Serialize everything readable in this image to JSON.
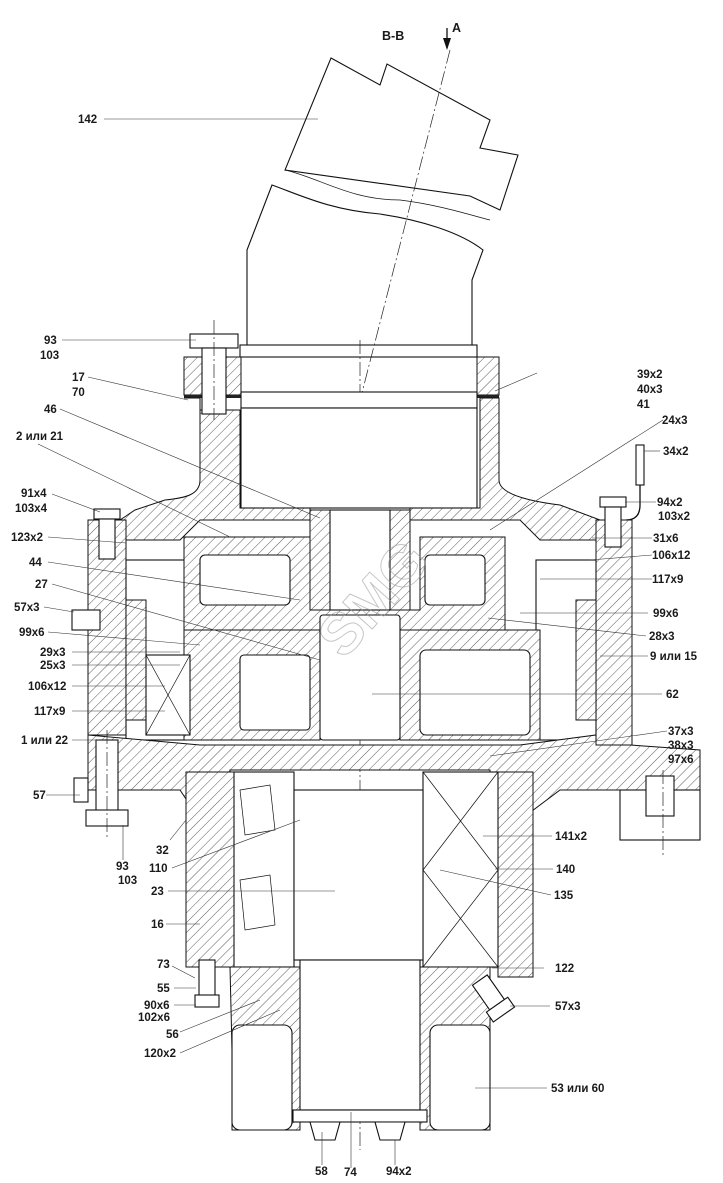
{
  "drawing": {
    "section_title": "B-B",
    "view_marker": "A",
    "watermark": "SMG"
  },
  "labels": {
    "left": [
      {
        "id": "142",
        "lines": [
          "142"
        ]
      },
      {
        "id": "93-103-top",
        "lines": [
          "93",
          "103"
        ]
      },
      {
        "id": "17-70",
        "lines": [
          "17",
          "70"
        ]
      },
      {
        "id": "46",
        "lines": [
          "46"
        ]
      },
      {
        "id": "2-21",
        "lines": [
          "2 или 21"
        ]
      },
      {
        "id": "91-103",
        "lines": [
          "91x4",
          "103x4"
        ]
      },
      {
        "id": "123",
        "lines": [
          "123x2"
        ]
      },
      {
        "id": "44",
        "lines": [
          "44"
        ]
      },
      {
        "id": "27",
        "lines": [
          "27"
        ]
      },
      {
        "id": "57x3-left",
        "lines": [
          "57x3"
        ]
      },
      {
        "id": "99x6-left",
        "lines": [
          "99x6"
        ]
      },
      {
        "id": "29x3",
        "lines": [
          "29x3"
        ]
      },
      {
        "id": "25x3",
        "lines": [
          "25x3"
        ]
      },
      {
        "id": "106x12-left",
        "lines": [
          "106x12"
        ]
      },
      {
        "id": "117x9-left",
        "lines": [
          "117x9"
        ]
      },
      {
        "id": "1-22",
        "lines": [
          "1 или 22"
        ]
      },
      {
        "id": "57",
        "lines": [
          "57"
        ]
      },
      {
        "id": "93-103-bottom",
        "lines": [
          "93",
          "103"
        ]
      },
      {
        "id": "32",
        "lines": [
          "32"
        ]
      },
      {
        "id": "110",
        "lines": [
          "110"
        ]
      },
      {
        "id": "23",
        "lines": [
          "23"
        ]
      },
      {
        "id": "16",
        "lines": [
          "16"
        ]
      },
      {
        "id": "73",
        "lines": [
          "73"
        ]
      },
      {
        "id": "55",
        "lines": [
          "55"
        ]
      },
      {
        "id": "90-102",
        "lines": [
          "90x6",
          "102x6"
        ]
      },
      {
        "id": "56",
        "lines": [
          "56"
        ]
      },
      {
        "id": "120",
        "lines": [
          "120x2"
        ]
      }
    ],
    "right": [
      {
        "id": "39-40-41",
        "lines": [
          "39x2",
          "40x3",
          "41"
        ]
      },
      {
        "id": "24x3",
        "lines": [
          "24x3"
        ]
      },
      {
        "id": "34x2",
        "lines": [
          "34x2"
        ]
      },
      {
        "id": "94-103",
        "lines": [
          "94x2",
          "103x2"
        ]
      },
      {
        "id": "31x6",
        "lines": [
          "31x6"
        ]
      },
      {
        "id": "106x12-right",
        "lines": [
          "106x12"
        ]
      },
      {
        "id": "117x9-right",
        "lines": [
          "117x9"
        ]
      },
      {
        "id": "99x6-right",
        "lines": [
          "99x6"
        ]
      },
      {
        "id": "28x3",
        "lines": [
          "28x3"
        ]
      },
      {
        "id": "9-15",
        "lines": [
          "9 или 15"
        ]
      },
      {
        "id": "62",
        "lines": [
          "62"
        ]
      },
      {
        "id": "37-38-97",
        "lines": [
          "37x3",
          "38x3",
          "97x6"
        ]
      },
      {
        "id": "141x2",
        "lines": [
          "141x2"
        ]
      },
      {
        "id": "140",
        "lines": [
          "140"
        ]
      },
      {
        "id": "135",
        "lines": [
          "135"
        ]
      },
      {
        "id": "122",
        "lines": [
          "122"
        ]
      },
      {
        "id": "57x3-right",
        "lines": [
          "57x3"
        ]
      },
      {
        "id": "53-60",
        "lines": [
          "53 или 60"
        ]
      }
    ],
    "bottom": [
      {
        "id": "58",
        "lines": [
          "58"
        ]
      },
      {
        "id": "74",
        "lines": [
          "74"
        ]
      },
      {
        "id": "94x2-bottom",
        "lines": [
          "94x2"
        ]
      }
    ]
  }
}
